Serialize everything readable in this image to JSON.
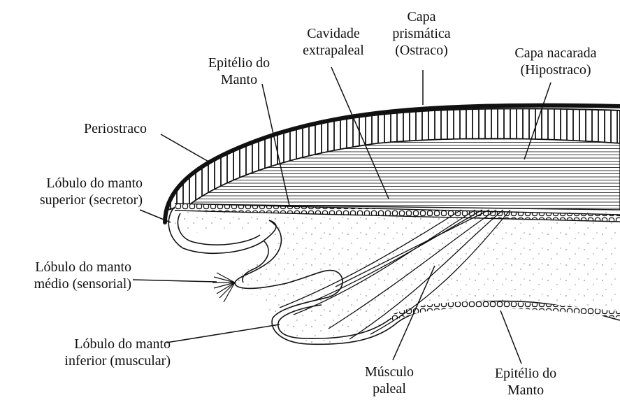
{
  "labels": {
    "cavidade_extrapaleal": {
      "line1": "Cavidade",
      "line2": "extrapaleal"
    },
    "capa_prismatica": {
      "line1": "Capa",
      "line2": "prismática",
      "line3": "(Ostraco)"
    },
    "capa_nacarada": {
      "line1": "Capa nacarada",
      "line2": "(Hipostraco)"
    },
    "epitelio_manto_top": {
      "line1": "Epitélio do",
      "line2": "Manto"
    },
    "periostraco": "Periostraco",
    "lobulo_superior": {
      "line1": "Lóbulo do manto",
      "line2": "superior (secretor)"
    },
    "lobulo_medio": {
      "line1": "Lóbulo do manto",
      "line2": "médio (sensorial)"
    },
    "lobulo_inferior": {
      "line1": "Lóbulo do manto",
      "line2": "inferior (muscular)"
    },
    "musculo_paleal": {
      "line1": "Músculo",
      "line2": "paleal"
    },
    "epitelio_manto_bottom": {
      "line1": "Epitélio do",
      "line2": "Manto"
    }
  },
  "colors": {
    "ink": "#111111",
    "paper": "#ffffff",
    "stipple": "#8a8a8a"
  }
}
